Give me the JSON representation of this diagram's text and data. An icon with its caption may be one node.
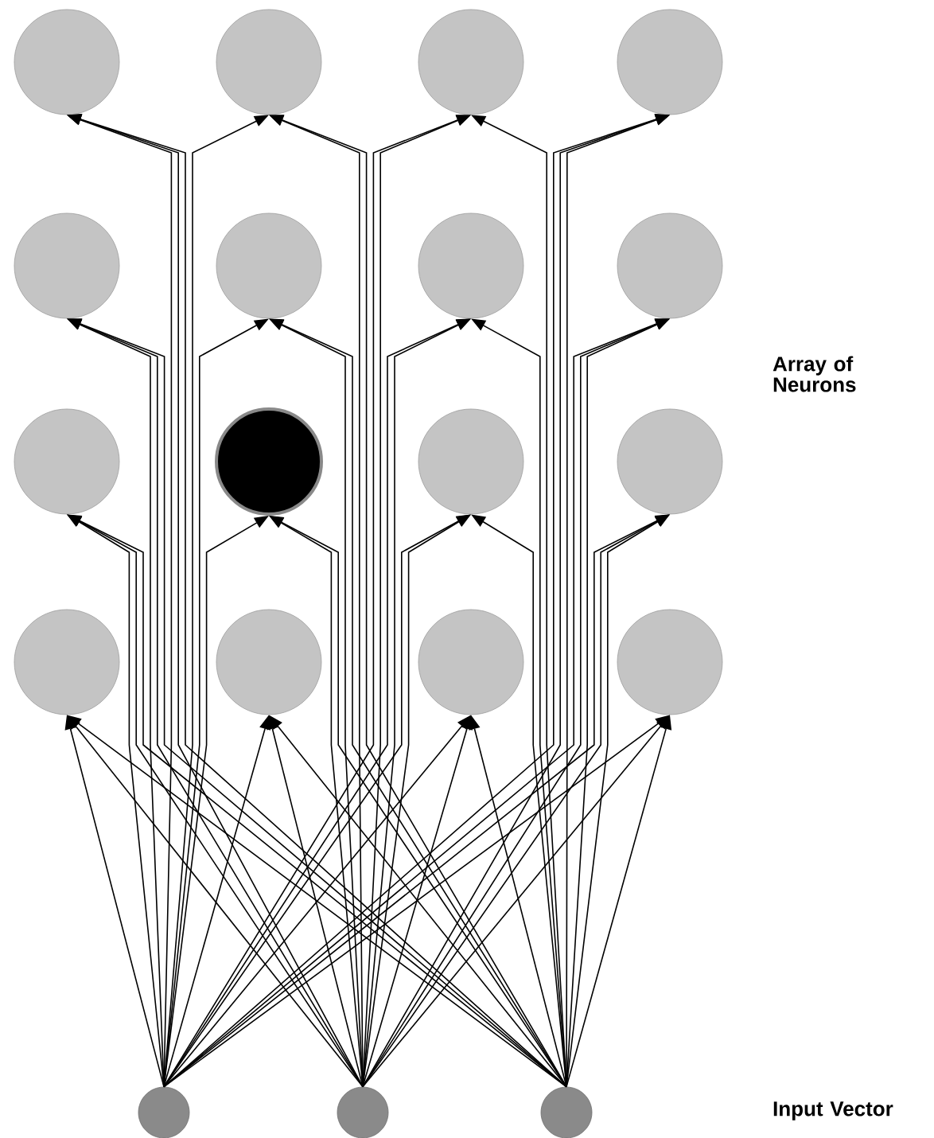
{
  "diagram": {
    "nodes": [
      {
        "text": [],
        "shape": "circle"
      },
      {
        "text": [],
        "shape": "circle"
      },
      {
        "text": [],
        "shape": "circle"
      },
      {
        "text": [],
        "shape": "circle"
      },
      {
        "text": [],
        "shape": "circle"
      },
      {
        "text": [],
        "shape": "circle"
      },
      {
        "text": [],
        "shape": "circle"
      },
      {
        "text": [],
        "shape": "circle"
      },
      {
        "text": [],
        "shape": "circle"
      },
      {
        "text": [],
        "shape": "circle"
      },
      {
        "text": [],
        "shape": "circle"
      },
      {
        "text": [],
        "shape": "circle"
      },
      {
        "text": [],
        "shape": "circle"
      },
      {
        "text": [],
        "shape": "circle"
      },
      {
        "text": [],
        "shape": "circle"
      },
      {
        "text": [],
        "shape": "circle"
      },
      {
        "text": [],
        "shape": "circle"
      },
      {
        "text": [],
        "shape": "circle"
      },
      {
        "text": [],
        "shape": "circle"
      }
    ],
    "edges": [
      {
        "from": 16,
        "to": 0,
        "arrow": "to"
      },
      {
        "from": 16,
        "to": 1,
        "arrow": "to"
      },
      {
        "from": 16,
        "to": 2,
        "arrow": "to"
      },
      {
        "from": 16,
        "to": 3,
        "arrow": "to"
      },
      {
        "from": 16,
        "to": 4,
        "arrow": "to"
      },
      {
        "from": 16,
        "to": 5,
        "arrow": "to"
      },
      {
        "from": 16,
        "to": 6,
        "arrow": "to"
      },
      {
        "from": 16,
        "to": 7,
        "arrow": "to"
      },
      {
        "from": 16,
        "to": 8,
        "arrow": "to"
      },
      {
        "from": 16,
        "to": 9,
        "arrow": "to"
      },
      {
        "from": 16,
        "to": 10,
        "arrow": "to"
      },
      {
        "from": 16,
        "to": 11,
        "arrow": "to"
      },
      {
        "from": 16,
        "to": 12,
        "arrow": "to"
      },
      {
        "from": 16,
        "to": 13,
        "arrow": "to"
      },
      {
        "from": 16,
        "to": 14,
        "arrow": "to"
      },
      {
        "from": 16,
        "to": 15,
        "arrow": "to"
      },
      {
        "from": 17,
        "to": 0,
        "arrow": "to"
      },
      {
        "from": 17,
        "to": 1,
        "arrow": "to"
      },
      {
        "from": 17,
        "to": 2,
        "arrow": "to"
      },
      {
        "from": 17,
        "to": 3,
        "arrow": "to"
      },
      {
        "from": 17,
        "to": 4,
        "arrow": "to"
      },
      {
        "from": 17,
        "to": 5,
        "arrow": "to"
      },
      {
        "from": 17,
        "to": 6,
        "arrow": "to"
      },
      {
        "from": 17,
        "to": 7,
        "arrow": "to"
      },
      {
        "from": 17,
        "to": 8,
        "arrow": "to"
      },
      {
        "from": 17,
        "to": 9,
        "arrow": "to"
      },
      {
        "from": 17,
        "to": 10,
        "arrow": "to"
      },
      {
        "from": 17,
        "to": 11,
        "arrow": "to"
      },
      {
        "from": 17,
        "to": 12,
        "arrow": "to"
      },
      {
        "from": 17,
        "to": 13,
        "arrow": "to"
      },
      {
        "from": 17,
        "to": 14,
        "arrow": "to"
      },
      {
        "from": 17,
        "to": 15,
        "arrow": "to"
      },
      {
        "from": 18,
        "to": 0,
        "arrow": "to"
      },
      {
        "from": 18,
        "to": 1,
        "arrow": "to"
      },
      {
        "from": 18,
        "to": 2,
        "arrow": "to"
      },
      {
        "from": 18,
        "to": 3,
        "arrow": "to"
      },
      {
        "from": 18,
        "to": 4,
        "arrow": "to"
      },
      {
        "from": 18,
        "to": 5,
        "arrow": "to"
      },
      {
        "from": 18,
        "to": 6,
        "arrow": "to"
      },
      {
        "from": 18,
        "to": 7,
        "arrow": "to"
      },
      {
        "from": 18,
        "to": 8,
        "arrow": "to"
      },
      {
        "from": 18,
        "to": 9,
        "arrow": "to"
      },
      {
        "from": 18,
        "to": 10,
        "arrow": "to"
      },
      {
        "from": 18,
        "to": 11,
        "arrow": "to"
      },
      {
        "from": 18,
        "to": 12,
        "arrow": "to"
      },
      {
        "from": 18,
        "to": 13,
        "arrow": "to"
      },
      {
        "from": 18,
        "to": 14,
        "arrow": "to"
      },
      {
        "from": 18,
        "to": 15,
        "arrow": "to"
      }
    ],
    "labels": [
      "Array of Neurons",
      "Input Vector"
    ]
  }
}
